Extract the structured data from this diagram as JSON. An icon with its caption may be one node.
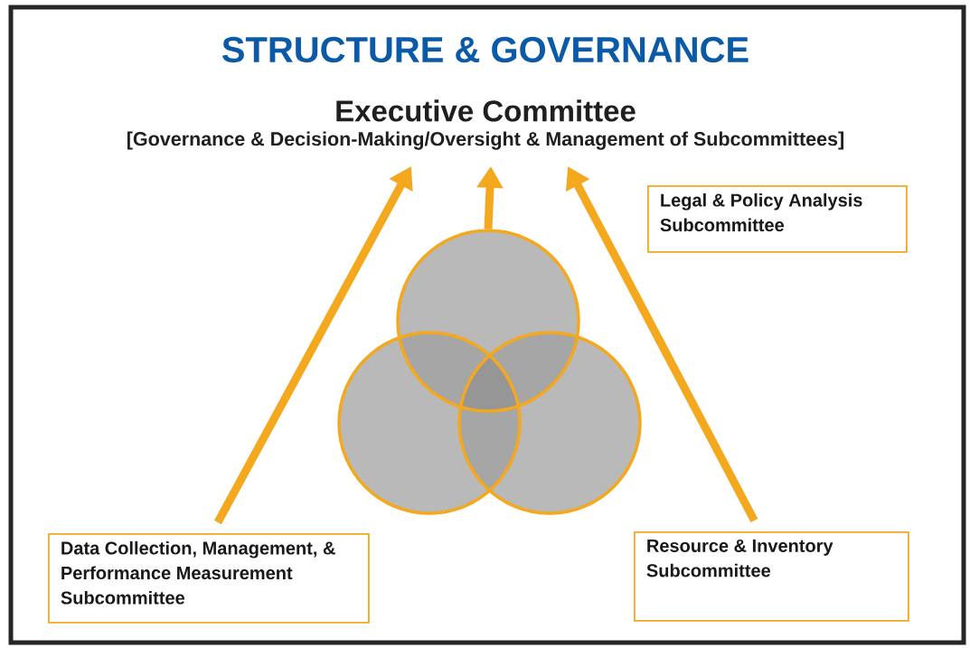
{
  "diagram": {
    "title": "STRUCTURE & GOVERNANCE",
    "nodes": [
      {
        "text": [
          "Executive Committee",
          "[Governance & Decision-Making/Oversight & Management of Subcommittees]"
        ]
      },
      {
        "text": [
          "Legal & Policy Analysis Subcommittee"
        ]
      },
      {
        "text": [],
        "shape": "circle"
      },
      {
        "text": [],
        "shape": "circle"
      },
      {
        "text": [],
        "shape": "circle"
      },
      {
        "text": [
          "Data Collection, Management, & Performance Measurement Subcommittee"
        ]
      },
      {
        "text": [
          "Resource & Inventory Subcommittee"
        ]
      }
    ],
    "edges": [
      {
        "from": 5,
        "to": 0,
        "arrow": "to"
      },
      {
        "from": 2,
        "to": 0,
        "arrow": "to"
      },
      {
        "from": 6,
        "to": 0,
        "arrow": "to"
      }
    ]
  }
}
